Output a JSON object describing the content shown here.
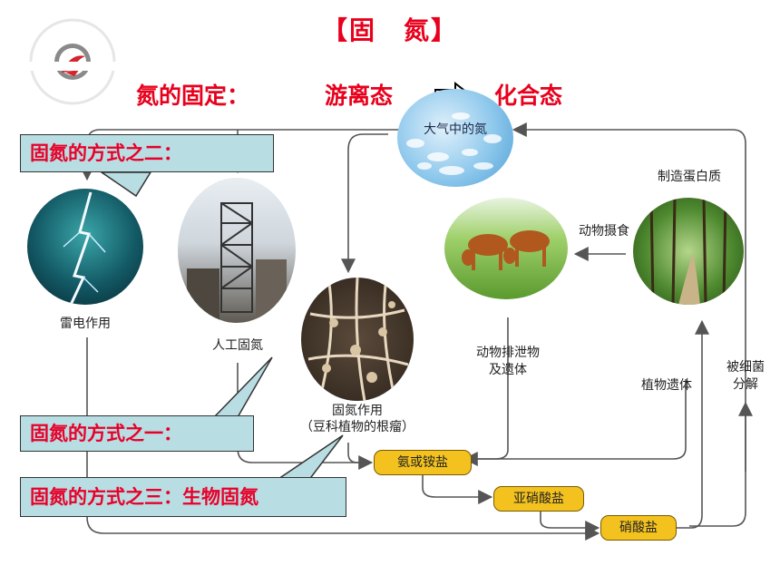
{
  "title": "【固　氮】",
  "definition": {
    "label": "氮的固定：",
    "from": "游离态",
    "to": "化合态"
  },
  "callouts": {
    "method_two": "固氮的方式之二：",
    "method_one": "固氮的方式之一：",
    "method_three": "固氮的方式之三：生物固氮"
  },
  "nodes": {
    "atmosphere": "大气中的氮",
    "lightning": "雷电作用",
    "industrial": "人工固氮",
    "biological_line1": "固氮作用",
    "biological_line2": "（豆科植物的根瘤）",
    "animals_excrete_line1": "动物排泄物",
    "animals_excrete_line2": "及遗体",
    "animal_intake": "动物摄食",
    "protein": "制造蛋白质",
    "plant_remains": "植物遗体",
    "bacteria_line1": "被细菌",
    "bacteria_line2": "分解",
    "ammonia": "氨或铵盐",
    "nitrite": "亚硝酸盐",
    "nitrate": "硝酸盐"
  },
  "colors": {
    "accent_red": "#e8001c",
    "bubble_fill": "#b8dde2",
    "pill_fill": "#f3c21f",
    "arrow": "#555555"
  }
}
